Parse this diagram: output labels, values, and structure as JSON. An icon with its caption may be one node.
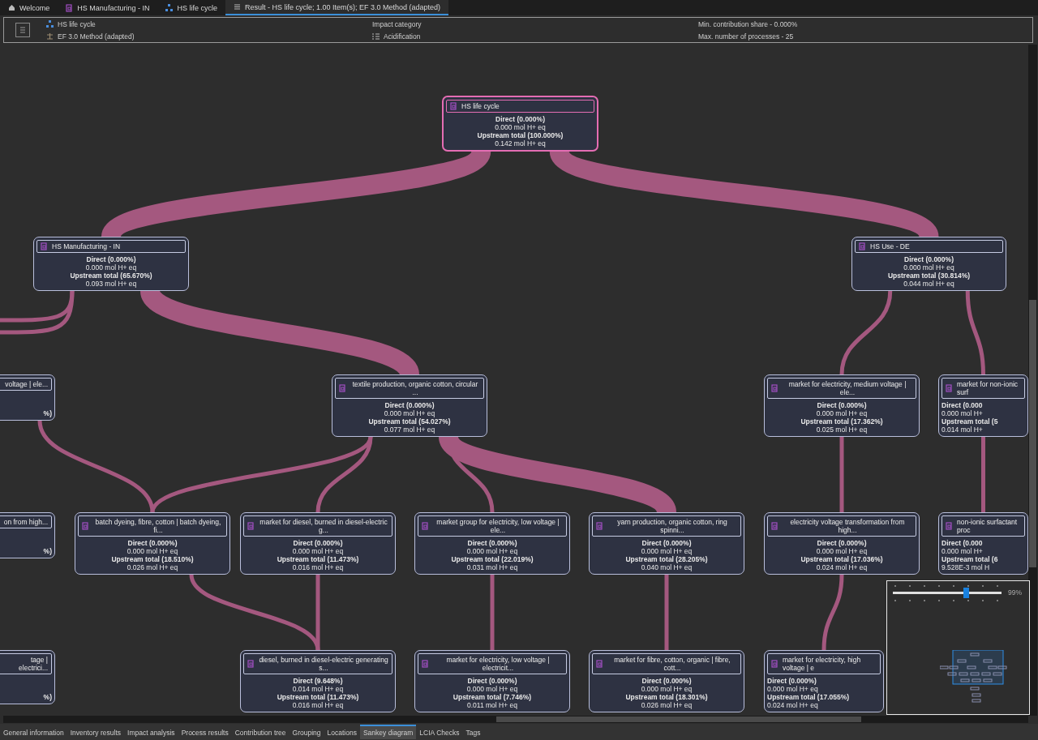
{
  "diagram": {
    "nodes": [
      {
        "text": [
          "HS life cycle",
          "Direct (0.000%)",
          "0.000 mol H+ eq",
          "Upstream total (100.000%)",
          "0.142 mol H+ eq"
        ]
      },
      {
        "text": [
          "HS Manufacturing - IN",
          "Direct (0.000%)",
          "0.000 mol H+ eq",
          "Upstream total (65.670%)",
          "0.093 mol H+ eq"
        ]
      },
      {
        "text": [
          "HS Use - DE",
          "Direct (0.000%)",
          "0.000 mol H+ eq",
          "Upstream total (30.814%)",
          "0.044 mol H+ eq"
        ]
      },
      {
        "text": [
          "voltage | ele...",
          "%)"
        ]
      },
      {
        "text": [
          "textile production, organic cotton, circular ...",
          "Direct (0.000%)",
          "0.000 mol H+ eq",
          "Upstream total (54.027%)",
          "0.077 mol H+ eq"
        ]
      },
      {
        "text": [
          "market for electricity, medium voltage | ele...",
          "Direct (0.000%)",
          "0.000 mol H+ eq",
          "Upstream total (17.362%)",
          "0.025 mol H+ eq"
        ]
      },
      {
        "text": [
          "market for non-ionic surf",
          "Direct (0.000",
          "0.000 mol H+",
          "Upstream total (5",
          "0.014 mol H+"
        ]
      },
      {
        "text": [
          "on from high...",
          "%)"
        ]
      },
      {
        "text": [
          "batch dyeing, fibre, cotton | batch dyeing, fi...",
          "Direct (0.000%)",
          "0.000 mol H+ eq",
          "Upstream total (18.510%)",
          "0.026 mol H+ eq"
        ]
      },
      {
        "text": [
          "market for diesel, burned in diesel-electric g...",
          "Direct (0.000%)",
          "0.000 mol H+ eq",
          "Upstream total (11.473%)",
          "0.016 mol H+ eq"
        ]
      },
      {
        "text": [
          "market group for electricity, low voltage | ele...",
          "Direct (0.000%)",
          "0.000 mol H+ eq",
          "Upstream total (22.019%)",
          "0.031 mol H+ eq"
        ]
      },
      {
        "text": [
          "yarn production, organic cotton, ring spinni...",
          "Direct (0.000%)",
          "0.000 mol H+ eq",
          "Upstream total (28.205%)",
          "0.040 mol H+ eq"
        ]
      },
      {
        "text": [
          "electricity voltage transformation from high...",
          "Direct (0.000%)",
          "0.000 mol H+ eq",
          "Upstream total (17.036%)",
          "0.024 mol H+ eq"
        ]
      },
      {
        "text": [
          "non-ionic surfactant proc",
          "Direct (0.000",
          "0.000 mol H+",
          "Upstream total (6",
          "9.528E-3 mol H"
        ]
      },
      {
        "text": [
          "tage | electrici...",
          "%)"
        ]
      },
      {
        "text": [
          "diesel, burned in diesel-electric generating s...",
          "Direct (9.648%)",
          "0.014 mol H+ eq",
          "Upstream total (11.473%)",
          "0.016 mol H+ eq"
        ]
      },
      {
        "text": [
          "market for electricity, low voltage | electricit...",
          "Direct (0.000%)",
          "0.000 mol H+ eq",
          "Upstream total (7.746%)",
          "0.011 mol H+ eq"
        ]
      },
      {
        "text": [
          "market for fibre, cotton, organic | fibre, cott...",
          "Direct (0.000%)",
          "0.000 mol H+ eq",
          "Upstream total (18.301%)",
          "0.026 mol H+ eq"
        ]
      },
      {
        "text": [
          "market for electricity, high voltage | e",
          "Direct (0.000%)",
          "0.000 mol H+ eq",
          "Upstream total (17.055%)",
          "0.024 mol H+ eq"
        ]
      }
    ],
    "edges": [
      {
        "from": 0,
        "to": 1,
        "arrow": "none",
        "style": "thick"
      },
      {
        "from": 0,
        "to": 2,
        "arrow": "none",
        "style": "thick"
      },
      {
        "from": 1,
        "to": null,
        "arrow": "none"
      },
      {
        "from": 1,
        "to": null,
        "arrow": "none"
      },
      {
        "from": 1,
        "to": 4,
        "arrow": "none",
        "style": "thick"
      },
      {
        "from": 2,
        "to": 5,
        "arrow": "none"
      },
      {
        "from": 2,
        "to": 6,
        "arrow": "none"
      },
      {
        "from": 3,
        "to": 8,
        "arrow": "none"
      },
      {
        "from": 4,
        "to": 8,
        "arrow": "none"
      },
      {
        "from": 4,
        "to": 9,
        "arrow": "none"
      },
      {
        "from": 4,
        "to": 10,
        "arrow": "none"
      },
      {
        "from": 4,
        "to": 11,
        "arrow": "none",
        "style": "thick"
      },
      {
        "from": 5,
        "to": 12,
        "arrow": "none"
      },
      {
        "from": 6,
        "to": 13,
        "arrow": "none"
      },
      {
        "from": 8,
        "to": 15,
        "arrow": "none"
      },
      {
        "from": 9,
        "to": 15,
        "arrow": "none"
      },
      {
        "from": 10,
        "to": 16,
        "arrow": "none"
      },
      {
        "from": 11,
        "to": 17,
        "arrow": "none"
      },
      {
        "from": 12,
        "to": 18,
        "arrow": "none"
      }
    ],
    "labels": [
      "Welcome",
      "HS Manufacturing - IN",
      "HS life cycle",
      "Result - HS life cycle; 1.00 Item(s); EF 3.0 Method (adapted)",
      "HS life cycle",
      "Impact category",
      "Min. contribution share - 0.000%",
      "EF 3.0 Method (adapted)",
      "Acidification",
      "Max. number of processes - 25",
      "99%",
      "General information",
      "Inventory results",
      "Impact analysis",
      "Process results",
      "Contribution tree",
      "Grouping",
      "Locations",
      "Sankey diagram",
      "LCIA Checks",
      "Tags"
    ]
  }
}
